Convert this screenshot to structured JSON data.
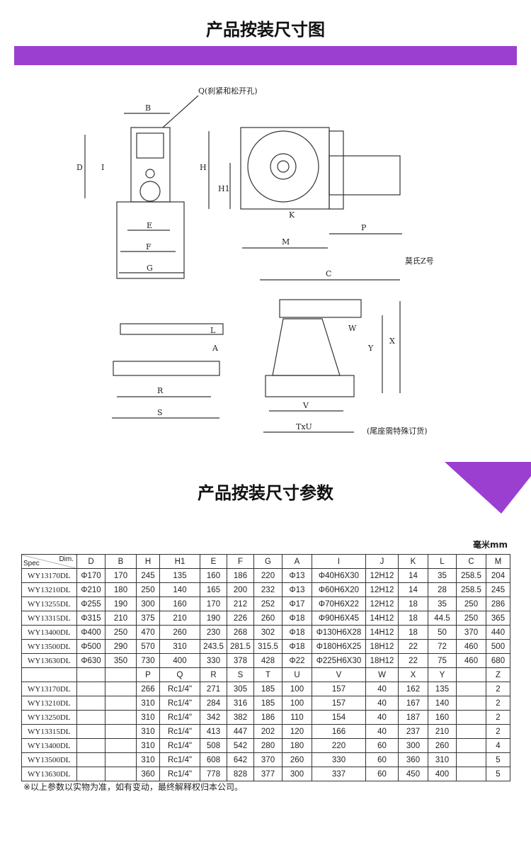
{
  "titles": {
    "drawing": "产品按装尺寸图",
    "params": "产品按装尺寸参数"
  },
  "drawing_labels": {
    "B": "B",
    "D": "D",
    "I": "I",
    "H": "H",
    "H1": "H1",
    "K": "K",
    "E": "E",
    "F": "F",
    "G": "G",
    "M": "M",
    "P": "P",
    "Q": "Q(刹紧和松开孔)",
    "C": "C",
    "Z": "莫氏Z号",
    "W": "W",
    "Y": "Y",
    "X": "X",
    "L": "L",
    "A": "A",
    "R": "R",
    "S": "S",
    "V": "V",
    "TU": "TxU",
    "tail_note": "(尾座需特殊订货)"
  },
  "unit": "毫米mm",
  "table1": {
    "header_spec": "Spec",
    "header_dim": "Dim.",
    "columns": [
      "D",
      "B",
      "H",
      "H1",
      "E",
      "F",
      "G",
      "A",
      "I",
      "J",
      "K",
      "L",
      "C",
      "M"
    ],
    "rows": [
      [
        "WY13170DL",
        "Φ170",
        "170",
        "245",
        "135",
        "160",
        "186",
        "220",
        "Φ13",
        "Φ40H6X30",
        "12H12",
        "14",
        "35",
        "258.5",
        "204"
      ],
      [
        "WY13210DL",
        "Φ210",
        "180",
        "250",
        "140",
        "165",
        "200",
        "232",
        "Φ13",
        "Φ60H6X20",
        "12H12",
        "14",
        "28",
        "258.5",
        "245"
      ],
      [
        "WY13255DL",
        "Φ255",
        "190",
        "300",
        "160",
        "170",
        "212",
        "252",
        "Φ17",
        "Φ70H6X22",
        "12H12",
        "18",
        "35",
        "250",
        "286"
      ],
      [
        "WY13315DL",
        "Φ315",
        "210",
        "375",
        "210",
        "190",
        "226",
        "260",
        "Φ18",
        "Φ90H6X45",
        "14H12",
        "18",
        "44.5",
        "250",
        "365"
      ],
      [
        "WY13400DL",
        "Φ400",
        "250",
        "470",
        "260",
        "230",
        "268",
        "302",
        "Φ18",
        "Φ130H6X28",
        "14H12",
        "18",
        "50",
        "370",
        "440"
      ],
      [
        "WY13500DL",
        "Φ500",
        "290",
        "570",
        "310",
        "243.5",
        "281.5",
        "315.5",
        "Φ18",
        "Φ180H6X25",
        "18H12",
        "22",
        "72",
        "460",
        "500"
      ],
      [
        "WY13630DL",
        "Φ630",
        "350",
        "730",
        "400",
        "330",
        "378",
        "428",
        "Φ22",
        "Φ225H6X30",
        "18H12",
        "22",
        "75",
        "460",
        "680"
      ]
    ]
  },
  "table2": {
    "columns": [
      "",
      "",
      "",
      "P",
      "Q",
      "R",
      "S",
      "T",
      "U",
      "V",
      "W",
      "X",
      "Y",
      "",
      "Z"
    ],
    "rows": [
      [
        "WY13170DL",
        "",
        "",
        "266",
        "Rc1/4\"",
        "271",
        "305",
        "185",
        "100",
        "157",
        "40",
        "162",
        "135",
        "",
        "2"
      ],
      [
        "WY13210DL",
        "",
        "",
        "310",
        "Rc1/4\"",
        "284",
        "316",
        "185",
        "100",
        "157",
        "40",
        "167",
        "140",
        "",
        "2"
      ],
      [
        "WY13250DL",
        "",
        "",
        "310",
        "Rc1/4\"",
        "342",
        "382",
        "186",
        "110",
        "154",
        "40",
        "187",
        "160",
        "",
        "2"
      ],
      [
        "WY13315DL",
        "",
        "",
        "310",
        "Rc1/4\"",
        "413",
        "447",
        "202",
        "120",
        "166",
        "40",
        "237",
        "210",
        "",
        "2"
      ],
      [
        "WY13400DL",
        "",
        "",
        "310",
        "Rc1/4\"",
        "508",
        "542",
        "280",
        "180",
        "220",
        "60",
        "300",
        "260",
        "",
        "4"
      ],
      [
        "WY13500DL",
        "",
        "",
        "310",
        "Rc1/4\"",
        "608",
        "642",
        "370",
        "260",
        "330",
        "60",
        "360",
        "310",
        "",
        "5"
      ],
      [
        "WY13630DL",
        "",
        "",
        "360",
        "Rc1/4\"",
        "778",
        "828",
        "377",
        "300",
        "337",
        "60",
        "450",
        "400",
        "",
        "5"
      ]
    ]
  },
  "note": "※以上参数以实物为准，如有变动，最终解释权归本公司。",
  "colors": {
    "accent": "#9b3fd1"
  }
}
